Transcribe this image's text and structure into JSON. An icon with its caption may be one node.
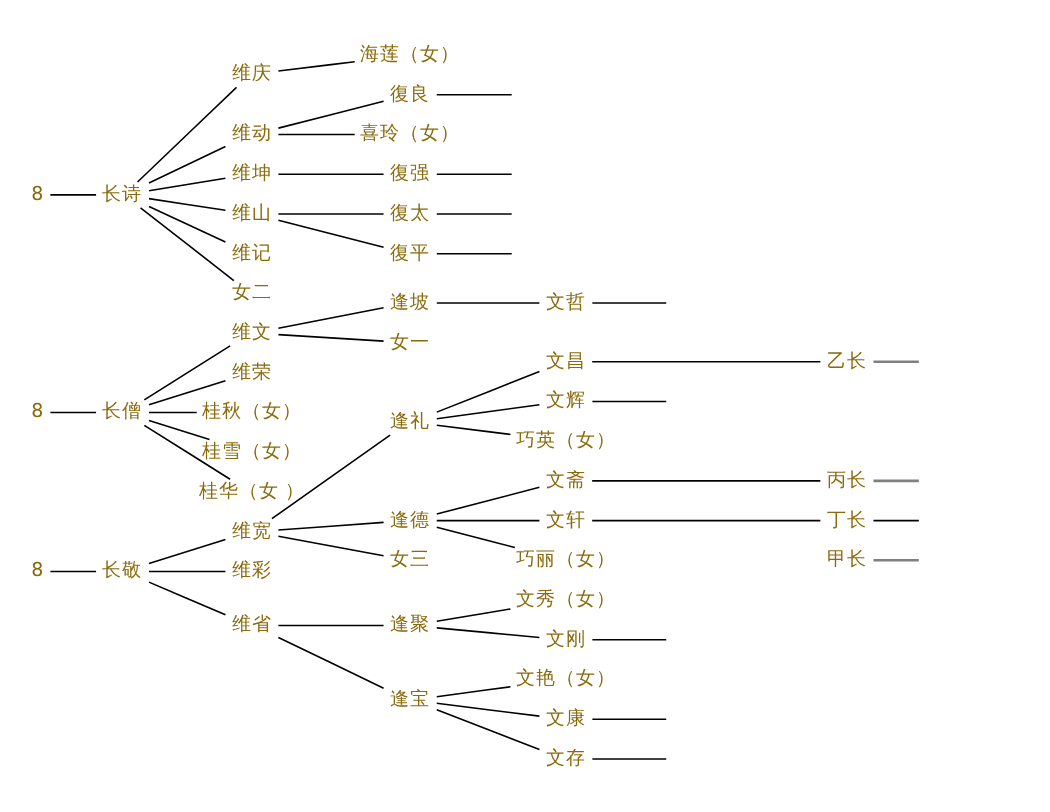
{
  "diagram": {
    "nodes": [
      {
        "text": [
          "8"
        ]
      },
      {
        "text": [
          "长诗"
        ]
      },
      {
        "text": [
          "维庆"
        ]
      },
      {
        "text": [
          "海莲（女）"
        ]
      },
      {
        "text": [
          "维动"
        ]
      },
      {
        "text": [
          "復良"
        ]
      },
      {
        "text": [
          "喜玲（女）"
        ]
      },
      {
        "text": [
          "维坤"
        ]
      },
      {
        "text": [
          "復强"
        ]
      },
      {
        "text": [
          "维山"
        ]
      },
      {
        "text": [
          "復太"
        ]
      },
      {
        "text": [
          "復平"
        ]
      },
      {
        "text": [
          "维记"
        ]
      },
      {
        "text": [
          "女二"
        ]
      },
      {
        "text": [
          "8"
        ]
      },
      {
        "text": [
          "长僧"
        ]
      },
      {
        "text": [
          "维文"
        ]
      },
      {
        "text": [
          "逢坡"
        ]
      },
      {
        "text": [
          "文哲"
        ]
      },
      {
        "text": [
          "女一"
        ]
      },
      {
        "text": [
          "维荣"
        ]
      },
      {
        "text": [
          "桂秋（女）"
        ]
      },
      {
        "text": [
          "桂雪（女）"
        ]
      },
      {
        "text": [
          "桂华（女 ）"
        ]
      },
      {
        "text": [
          "甲长"
        ]
      },
      {
        "text": [
          "8"
        ]
      },
      {
        "text": [
          "长敬"
        ]
      },
      {
        "text": [
          "维宽"
        ]
      },
      {
        "text": [
          "逢礼"
        ]
      },
      {
        "text": [
          "文昌"
        ]
      },
      {
        "text": [
          "乙长"
        ]
      },
      {
        "text": [
          "文辉"
        ]
      },
      {
        "text": [
          "巧英（女）"
        ]
      },
      {
        "text": [
          "逢德"
        ]
      },
      {
        "text": [
          "文斋"
        ]
      },
      {
        "text": [
          "丙长"
        ]
      },
      {
        "text": [
          "文轩"
        ]
      },
      {
        "text": [
          "丁长"
        ]
      },
      {
        "text": [
          "巧丽（女）"
        ]
      },
      {
        "text": [
          "女三"
        ]
      },
      {
        "text": [
          "维彩"
        ]
      },
      {
        "text": [
          "维省"
        ]
      },
      {
        "text": [
          "逢聚"
        ]
      },
      {
        "text": [
          "文秀（女）"
        ]
      },
      {
        "text": [
          "文刚"
        ]
      },
      {
        "text": [
          "逢宝"
        ]
      },
      {
        "text": [
          "文艳（女）"
        ]
      },
      {
        "text": [
          "文康"
        ]
      },
      {
        "text": [
          "文存"
        ]
      }
    ],
    "edges": [
      {
        "from": 0,
        "to": 1,
        "arrow": "none"
      },
      {
        "from": 1,
        "to": 2,
        "arrow": "none"
      },
      {
        "from": 1,
        "to": 4,
        "arrow": "none"
      },
      {
        "from": 1,
        "to": 7,
        "arrow": "none"
      },
      {
        "from": 1,
        "to": 9,
        "arrow": "none"
      },
      {
        "from": 1,
        "to": 12,
        "arrow": "none"
      },
      {
        "from": 1,
        "to": 13,
        "arrow": "none"
      },
      {
        "from": 2,
        "to": 3,
        "arrow": "none"
      },
      {
        "from": 4,
        "to": 5,
        "arrow": "none"
      },
      {
        "from": 4,
        "to": 6,
        "arrow": "none"
      },
      {
        "from": 5,
        "to": null,
        "arrow": "none"
      },
      {
        "from": 7,
        "to": 8,
        "arrow": "none"
      },
      {
        "from": 8,
        "to": null,
        "arrow": "none"
      },
      {
        "from": 9,
        "to": 10,
        "arrow": "none"
      },
      {
        "from": 9,
        "to": 11,
        "arrow": "none"
      },
      {
        "from": 10,
        "to": null,
        "arrow": "none"
      },
      {
        "from": 11,
        "to": null,
        "arrow": "none"
      },
      {
        "from": 14,
        "to": 15,
        "arrow": "none"
      },
      {
        "from": 15,
        "to": 16,
        "arrow": "none"
      },
      {
        "from": 15,
        "to": 20,
        "arrow": "none"
      },
      {
        "from": 15,
        "to": 21,
        "arrow": "none"
      },
      {
        "from": 15,
        "to": 22,
        "arrow": "none"
      },
      {
        "from": 15,
        "to": 23,
        "arrow": "none"
      },
      {
        "from": 16,
        "to": 17,
        "arrow": "none"
      },
      {
        "from": 16,
        "to": 19,
        "arrow": "none"
      },
      {
        "from": 17,
        "to": 18,
        "arrow": "none"
      },
      {
        "from": 18,
        "to": null,
        "arrow": "none"
      },
      {
        "from": 24,
        "to": null,
        "arrow": "none",
        "color": "#808080"
      },
      {
        "from": 25,
        "to": 26,
        "arrow": "none"
      },
      {
        "from": 26,
        "to": 27,
        "arrow": "none"
      },
      {
        "from": 26,
        "to": 40,
        "arrow": "none"
      },
      {
        "from": 26,
        "to": 41,
        "arrow": "none"
      },
      {
        "from": 27,
        "to": 28,
        "arrow": "none"
      },
      {
        "from": 27,
        "to": 33,
        "arrow": "none"
      },
      {
        "from": 27,
        "to": 39,
        "arrow": "none"
      },
      {
        "from": 28,
        "to": 29,
        "arrow": "none"
      },
      {
        "from": 28,
        "to": 31,
        "arrow": "none"
      },
      {
        "from": 28,
        "to": 32,
        "arrow": "none"
      },
      {
        "from": 29,
        "to": 30,
        "arrow": "none"
      },
      {
        "from": 30,
        "to": null,
        "arrow": "none",
        "color": "#808080"
      },
      {
        "from": 31,
        "to": null,
        "arrow": "none"
      },
      {
        "from": 33,
        "to": 34,
        "arrow": "none"
      },
      {
        "from": 33,
        "to": 36,
        "arrow": "none"
      },
      {
        "from": 33,
        "to": 38,
        "arrow": "none"
      },
      {
        "from": 34,
        "to": 35,
        "arrow": "none"
      },
      {
        "from": 35,
        "to": null,
        "arrow": "none",
        "color": "#808080"
      },
      {
        "from": 36,
        "to": 37,
        "arrow": "none"
      },
      {
        "from": 37,
        "to": null,
        "arrow": "none"
      },
      {
        "from": 41,
        "to": 42,
        "arrow": "none"
      },
      {
        "from": 41,
        "to": 45,
        "arrow": "none"
      },
      {
        "from": 42,
        "to": 43,
        "arrow": "none"
      },
      {
        "from": 42,
        "to": 44,
        "arrow": "none"
      },
      {
        "from": 44,
        "to": null,
        "arrow": "none"
      },
      {
        "from": 45,
        "to": 46,
        "arrow": "none"
      },
      {
        "from": 45,
        "to": 47,
        "arrow": "none"
      },
      {
        "from": 45,
        "to": 48,
        "arrow": "none"
      },
      {
        "from": 47,
        "to": null,
        "arrow": "none"
      },
      {
        "from": 48,
        "to": null,
        "arrow": "none"
      }
    ]
  }
}
